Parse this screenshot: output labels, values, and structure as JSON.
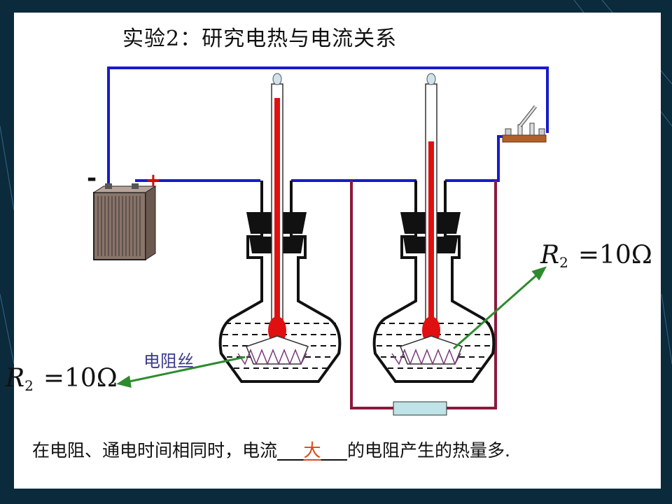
{
  "title": "实验2：研究电热与电流关系",
  "wire_label": "电阻丝",
  "battery": {
    "minus": "-",
    "plus": "+"
  },
  "formula_left": {
    "symbol": "R",
    "subscript": "2",
    "rhs": "=10Ω"
  },
  "formula_right": {
    "symbol": "R",
    "subscript": "2",
    "rhs": "=10Ω"
  },
  "sentence": {
    "part1": "在电阻、通电时间相同时，电流",
    "blank_pre": "___",
    "answer": "大",
    "blank_post": "___",
    "part2": "的电阻产生的热量多."
  },
  "colors": {
    "wire_blue": "#1a1acc",
    "wire_maroon": "#8b1a3a",
    "mercury": "#e01010",
    "arrow": "#2e8b2e",
    "answer": "#d94a1a"
  }
}
